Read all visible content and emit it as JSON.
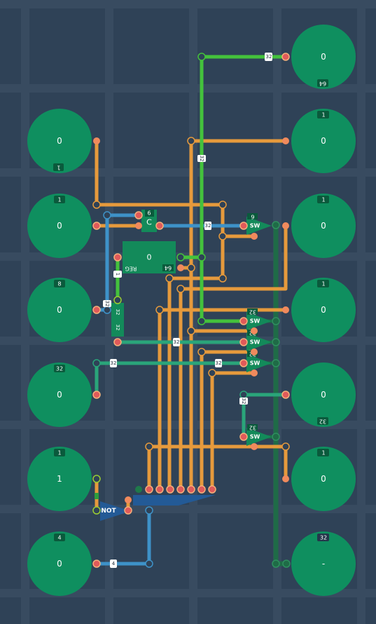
{
  "colors": {
    "background": "#2f4257",
    "grid": "#384b60",
    "pin_green": "#0f8f5f",
    "orange_wire": "#e69a3c",
    "blue_wire": "#3e92c8",
    "green_wire": "#44c23c",
    "teal_wire": "#2aa57a",
    "dark_bus": "#1f6b47",
    "pin_red": "#e05a5a",
    "pin_orange": "#f08a5d",
    "chip_blue": "#235a96"
  },
  "left_pins": [
    {
      "value": "0",
      "tag": "1"
    },
    {
      "value": "0",
      "tag": "1"
    },
    {
      "value": "0",
      "tag": "8"
    },
    {
      "value": "0",
      "tag": "32"
    },
    {
      "value": "1",
      "tag": "1"
    },
    {
      "value": "0",
      "tag": "4"
    }
  ],
  "right_pins": [
    {
      "value": "0",
      "tag": "64"
    },
    {
      "value": "0",
      "tag": "1"
    },
    {
      "value": "0",
      "tag": "1"
    },
    {
      "value": "0",
      "tag": "1"
    },
    {
      "value": "0",
      "tag": "32"
    },
    {
      "value": "0",
      "tag": "1"
    },
    {
      "value": "-",
      "tag": "32"
    }
  ],
  "counter": {
    "label": "C",
    "bits": "6"
  },
  "register": {
    "value": "0",
    "label": "REG",
    "bits": "64"
  },
  "switches": [
    {
      "label": "SW",
      "bits": "6"
    },
    {
      "label": "SW",
      "bits": "32"
    },
    {
      "label": "SW",
      "bits": "32"
    },
    {
      "label": "SW",
      "bits": "32"
    },
    {
      "label": "SW",
      "bits": "32"
    }
  ],
  "not_gate": {
    "label": "NOT"
  },
  "bus_labels": [
    "6",
    "6",
    "6",
    "1",
    "32",
    "32",
    "32",
    "32",
    "32",
    "32",
    "32",
    "32",
    "4"
  ]
}
